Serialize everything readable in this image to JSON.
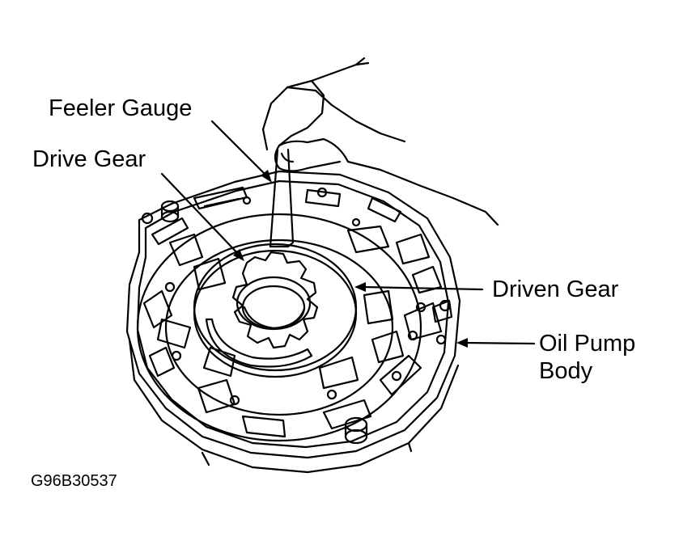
{
  "labels": {
    "feeler_gauge": "Feeler Gauge",
    "drive_gear": "Drive Gear",
    "driven_gear": "Driven Gear",
    "oil_pump_body_line1": "Oil Pump",
    "oil_pump_body_line2": "Body"
  },
  "figure_code": "G96B30537"
}
